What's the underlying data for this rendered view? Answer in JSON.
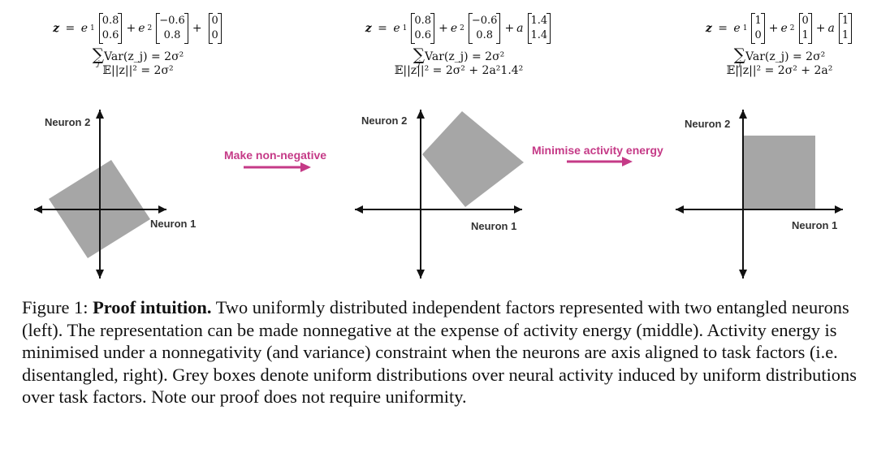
{
  "panels": [
    {
      "eq": {
        "lhs": "z",
        "c1": [
          "0.8",
          "0.6"
        ],
        "c2": [
          "−0.6",
          "0.8"
        ],
        "coef3": "",
        "c3": [
          "0",
          "0"
        ]
      },
      "var_eq": "Var(z_j) = 2σ²",
      "energy_eq": "𝔼||z||² = 2σ²",
      "neuron2_label": "Neuron 2",
      "neuron1_label": "Neuron 1"
    },
    {
      "eq": {
        "lhs": "z",
        "c1": [
          "0.8",
          "0.6"
        ],
        "c2": [
          "−0.6",
          "0.8"
        ],
        "coef3": "a",
        "c3": [
          "1.4",
          "1.4"
        ]
      },
      "var_eq": "Var(z_j) = 2σ²",
      "energy_eq": "𝔼||z||² = 2σ² + 2a²1.4²",
      "neuron2_label": "Neuron 2",
      "neuron1_label": "Neuron 1"
    },
    {
      "eq": {
        "lhs": "z",
        "c1": [
          "1",
          "0"
        ],
        "c2": [
          "0",
          "1"
        ],
        "coef3": "a",
        "c3": [
          "1",
          "1"
        ]
      },
      "var_eq": "Var(z_j) = 2σ²",
      "energy_eq": "𝔼||z||² = 2σ² + 2a²",
      "neuron2_label": "Neuron 2",
      "neuron1_label": "Neuron 1"
    }
  ],
  "transitions": [
    {
      "label": "Make non-negative",
      "color": "#c53a87"
    },
    {
      "label": "Minimise activity energy",
      "color": "#c53a87"
    }
  ],
  "colors": {
    "box": "#a6a6a6",
    "axis": "#111111"
  },
  "caption": {
    "figure_label": "Figure 1:",
    "title": "Proof intuition.",
    "text": "Two uniformly distributed independent factors represented with two entangled neurons (left). The representation can be made nonnegative at the expense of activity energy (middle). Activity energy is minimised under a nonnegativity (and variance) constraint when the neurons are axis aligned to task factors (i.e. disentangled, right). Grey boxes denote uniform distributions over neural activity induced by uniform distributions over task factors. Note our proof does not require uniformity."
  }
}
